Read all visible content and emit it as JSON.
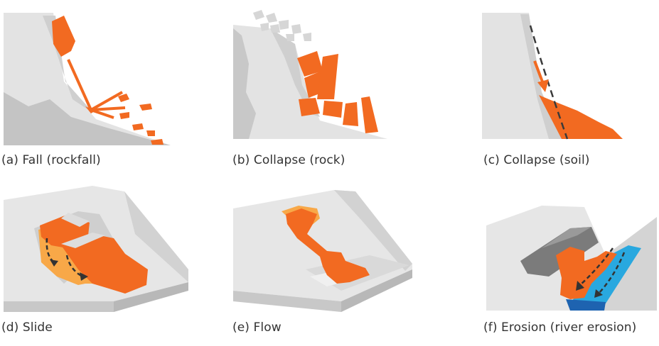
{
  "captions": {
    "a": "(a) Fall (rockfall)",
    "b": "(b) Collapse (rock)",
    "c": "(c) Collapse (soil)",
    "d": "(d) Slide",
    "e": "(e) Flow",
    "f": "(f) Erosion (river erosion)"
  },
  "colors": {
    "ground_light": "#e3e3e3",
    "ground_mid": "#cfcfcf",
    "ground_dark": "#bdbdbd",
    "mass_orange": "#f26a21",
    "mass_light_orange": "#f8a848",
    "water_blue": "#29a8df",
    "water_dark_blue": "#1e63b0",
    "arrow_dark": "#3a3a3a"
  }
}
